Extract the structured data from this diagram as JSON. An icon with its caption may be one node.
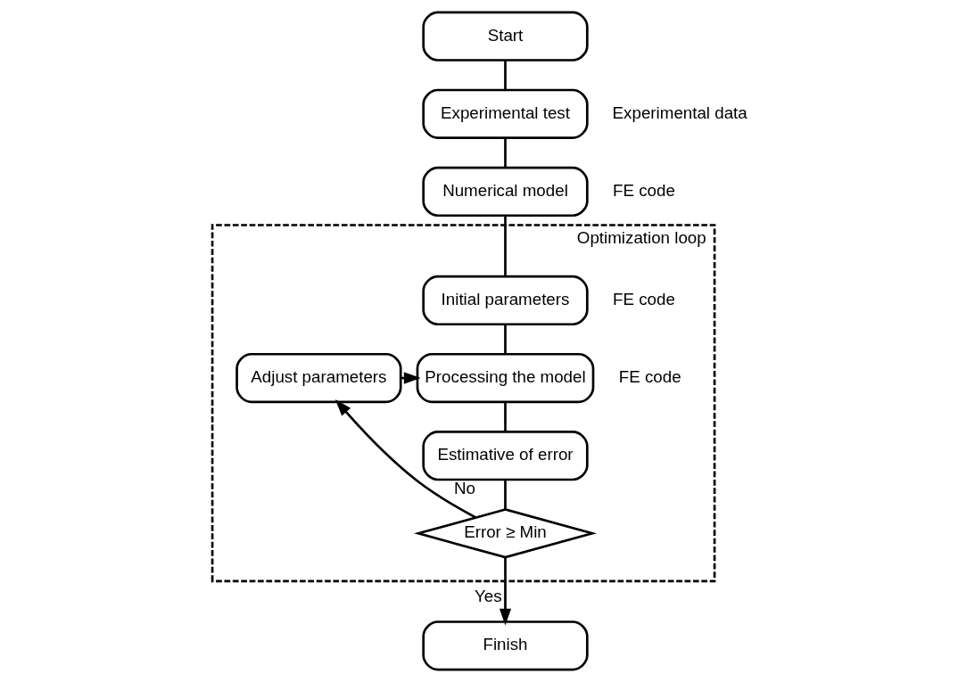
{
  "diagram": {
    "nodes": [
      {
        "text": [
          "Start"
        ]
      },
      {
        "text": [
          "Experimental test"
        ],
        "beside": [
          "Experimental data"
        ]
      },
      {
        "text": [
          "Numerical model"
        ],
        "beside": [
          "FE code"
        ]
      },
      {
        "text": [
          "Optimization loop"
        ]
      },
      {
        "text": [
          "Initial parameters"
        ],
        "in": 3,
        "beside": [
          "FE code"
        ]
      },
      {
        "text": [
          "Processing the model"
        ],
        "in": 3,
        "beside": [
          "FE code"
        ]
      },
      {
        "text": [
          "Adjust parameters"
        ],
        "in": 3
      },
      {
        "text": [
          "Estimative of error"
        ],
        "in": 3
      },
      {
        "text": [
          "Error ≥ Min"
        ],
        "in": 3
      },
      {
        "text": [
          "Finish"
        ]
      }
    ],
    "edges": [
      {
        "from": 0,
        "to": 1,
        "arrow": "none"
      },
      {
        "from": 1,
        "to": 2,
        "arrow": "none"
      },
      {
        "from": 2,
        "to": 4,
        "arrow": "none"
      },
      {
        "from": 4,
        "to": 5,
        "arrow": "none"
      },
      {
        "from": 5,
        "to": 7,
        "arrow": "none"
      },
      {
        "from": 7,
        "to": 8,
        "arrow": "none"
      },
      {
        "from": 8,
        "to": 6,
        "arrow": "to",
        "label": "No"
      },
      {
        "from": 6,
        "to": 5,
        "arrow": "to"
      },
      {
        "from": 8,
        "to": 9,
        "arrow": "to",
        "label": "Yes"
      }
    ]
  }
}
